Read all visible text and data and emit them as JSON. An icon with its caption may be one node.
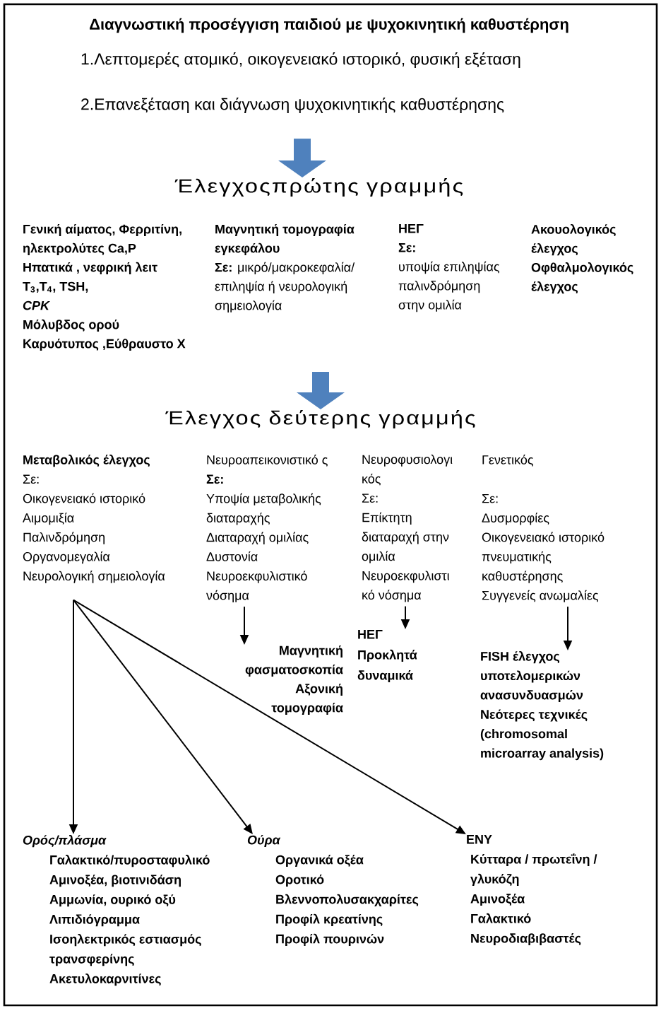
{
  "diagram": {
    "title": "Διαγνωστική προσέγγιση παιδιού με ψυχοκινητική καθυστέρηση",
    "nodes": [
      {
        "text": [
          "1.Λεπτομερές ατομικό, οικογενειακό ιστορικό, φυσική εξέταση",
          "2.Επανεξέταση και διάγνωση ψυχοκινητικής καθυστέρησης"
        ]
      },
      {
        "text": [
          "Έλεγχοςπρώτης γραμμής"
        ]
      },
      {
        "text": [
          "Γενική αίματος, Φερριτίνη, ηλεκτρολύτες Ca,P",
          "Ηπατικά , νεφρική λειτ",
          "T$_{3}$,T$_{4}$, TSH,",
          "CPK",
          "Μόλυβδος ορού",
          "Καρυότυπος ,Εύθραυστο Χ"
        ]
      },
      {
        "text": [
          "Μαγνητική τομογραφία εγκεφάλου",
          "**Σε:** μικρό/μακροκεφαλία/ επιληψία ή νευρολογική σημειολογία"
        ]
      },
      {
        "text": [
          "ΗΕΓ",
          "Σε:",
          "υποψία επιληψίας",
          "παλινδρόμηση στην ομιλία"
        ]
      },
      {
        "text": [
          "Ακουολογικός έλεγχος",
          "Οφθαλμολογικός έλεγχος"
        ]
      },
      {
        "text": [
          "Έλεγχος δεύτερης γραμμής"
        ]
      },
      {
        "text": [
          "Μεταβολικός έλεγχος",
          "Σε:",
          "Οικογενειακό ιστορικό",
          "Αιμομιξία",
          "Παλινδρόμηση",
          "Οργανομεγαλία",
          "Νευρολογική σημειολογία"
        ]
      },
      {
        "text": [
          "Νευροαπεικονιστικό ς",
          "Σε:",
          "Υποψία μεταβολικής διαταραχής",
          "Διαταραχή ομιλίας",
          "Δυστονία",
          "Νευροεκφυλιστικό νόσημα"
        ]
      },
      {
        "text": [
          "Νευροφυσιολογι κός",
          "Σε:",
          "Επίκτητη διαταραχή στην ομιλία",
          "Νευροεκφυλιστι κό νόσημα"
        ]
      },
      {
        "text": [
          "Γενετικός",
          "Σε:",
          "Δυσμορφίες",
          "Οικογενειακό ιστορικό πνευματικής καθυστέρησης",
          "Συγγενείς ανωμαλίες"
        ]
      },
      {
        "text": [
          "Μαγνητική φασματοσκοπία",
          "Αξονική τομογραφία"
        ]
      },
      {
        "text": [
          "ΗΕΓ",
          "Προκλητά δυναμικά"
        ]
      },
      {
        "text": [
          "FISH έλεγχος υποτελομερικών ανασυνδυασμών",
          "Νεότερες τεχνικές (chromosomal microarray analysis)"
        ]
      },
      {
        "text": [
          "Ορός/πλάσμα",
          "Γαλακτικό/πυροσταφυλικό",
          "Αμινοξέα, βιοτινιδάση",
          "Αμμωνία, ουρικό οξύ",
          "Λιπιδιόγραμμα",
          "Ισοηλεκτρικός εστιασμός τρανσφερίνης",
          "Ακετυλοκαρνιτίνες"
        ]
      },
      {
        "text": [
          "Ούρα",
          "Οργανικά οξέα",
          "Οροτικό",
          "Βλεννοπολυσακχαρίτες",
          "Προφίλ κρεατίνης",
          "Προφίλ πουρινών"
        ]
      },
      {
        "text": [
          "ΕΝΥ",
          "Κύτταρα / πρωτεΐνη / γλυκόζη",
          "Αμινοξέα",
          "Γαλακτικό",
          "Νευροδιαβιβαστές"
        ]
      }
    ],
    "edges": [
      {
        "from": 0,
        "to": 1,
        "arrow": "to",
        "style": "thick",
        "color": "#4f81bd"
      },
      {
        "from": null,
        "to": 6,
        "arrow": "to",
        "style": "thick",
        "color": "#4f81bd"
      },
      {
        "from": 8,
        "to": 11,
        "arrow": "to"
      },
      {
        "from": 9,
        "to": 12,
        "arrow": "to"
      },
      {
        "from": 10,
        "to": 13,
        "arrow": "to"
      },
      {
        "from": 7,
        "to": 14,
        "arrow": "to"
      },
      {
        "from": 7,
        "to": 15,
        "arrow": "to"
      },
      {
        "from": 7,
        "to": 16,
        "arrow": "to"
      }
    ]
  }
}
